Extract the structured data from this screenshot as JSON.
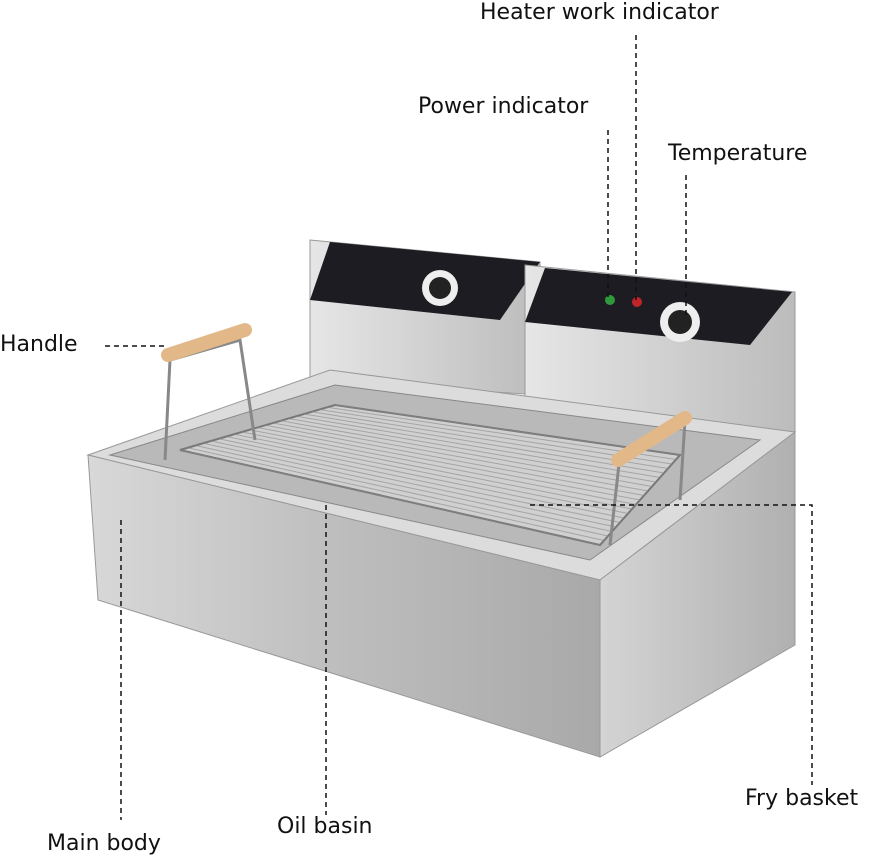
{
  "labels": {
    "heater_work_indicator": "Heater work indicator",
    "power_indicator": "Power indicator",
    "temperature": "Temperature",
    "handle": "Handle",
    "fry_basket": "Fry basket",
    "main_body": "Main body",
    "oil_basin": "Oil basin"
  },
  "colors": {
    "steel": "#c9c9c9",
    "panel": "#1c1c22",
    "power_light": "#2e9a3c",
    "heater_light": "#c0242a",
    "handle_wood": "#e2b889"
  }
}
